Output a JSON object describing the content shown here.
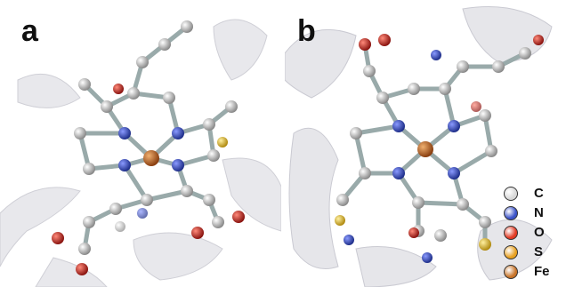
{
  "panels": [
    {
      "label": "a"
    },
    {
      "label": "b"
    }
  ],
  "legend": [
    {
      "label": "C",
      "color": "#d8d8d8"
    },
    {
      "label": "N",
      "color": "#3a52c8"
    },
    {
      "label": "O",
      "color": "#e23a24"
    },
    {
      "label": "S",
      "color": "#e8a020"
    },
    {
      "label": "Fe",
      "color": "#c8742a"
    }
  ]
}
